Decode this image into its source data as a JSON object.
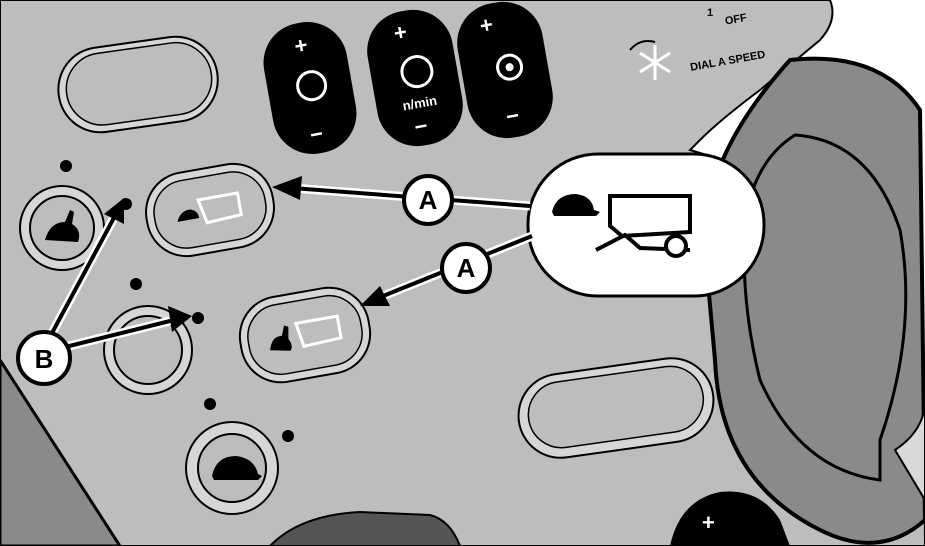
{
  "panel": {
    "off_label": "OFF",
    "off_index": "1",
    "dial_label": "DIAL A SPEED"
  },
  "rockers": [
    {
      "name": "reel-speed-rocker",
      "plus": "+",
      "minus": "−",
      "unit": ""
    },
    {
      "name": "engine-speed-rocker",
      "plus": "+",
      "minus": "−",
      "unit": "n/min"
    },
    {
      "name": "fan-speed-rocker",
      "plus": "+",
      "minus": "−",
      "unit": ""
    }
  ],
  "callouts": {
    "a_top": "A",
    "a_bottom": "A",
    "b": "B"
  },
  "speed_presets": [
    "rabbit",
    "intermediate",
    "turtle"
  ],
  "colors": {
    "panel": "#bdbdbd",
    "dark": "#8a8a8a",
    "black": "#000000",
    "white": "#ffffff"
  }
}
